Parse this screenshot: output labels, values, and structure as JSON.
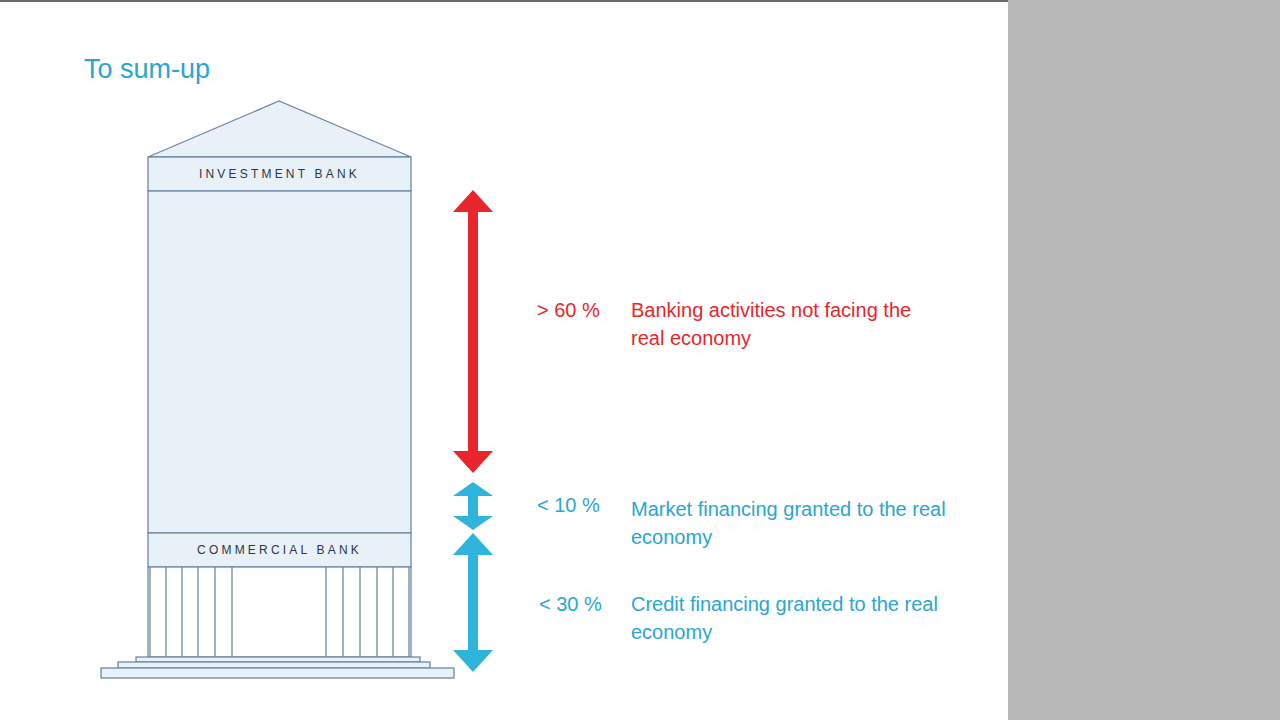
{
  "diagram": {
    "title": "To sum-up",
    "nodes": [
      {
        "text": [
          "INVESTMENT BANK"
        ]
      },
      {
        "text": [
          "COMMERCIAL BANK"
        ]
      }
    ],
    "labels": [
      "> 60 %",
      "Banking activities not facing the real economy",
      "< 10 %",
      "Market financing granted to the real economy",
      "< 30 %",
      "Credit financing granted to the real economy"
    ]
  }
}
